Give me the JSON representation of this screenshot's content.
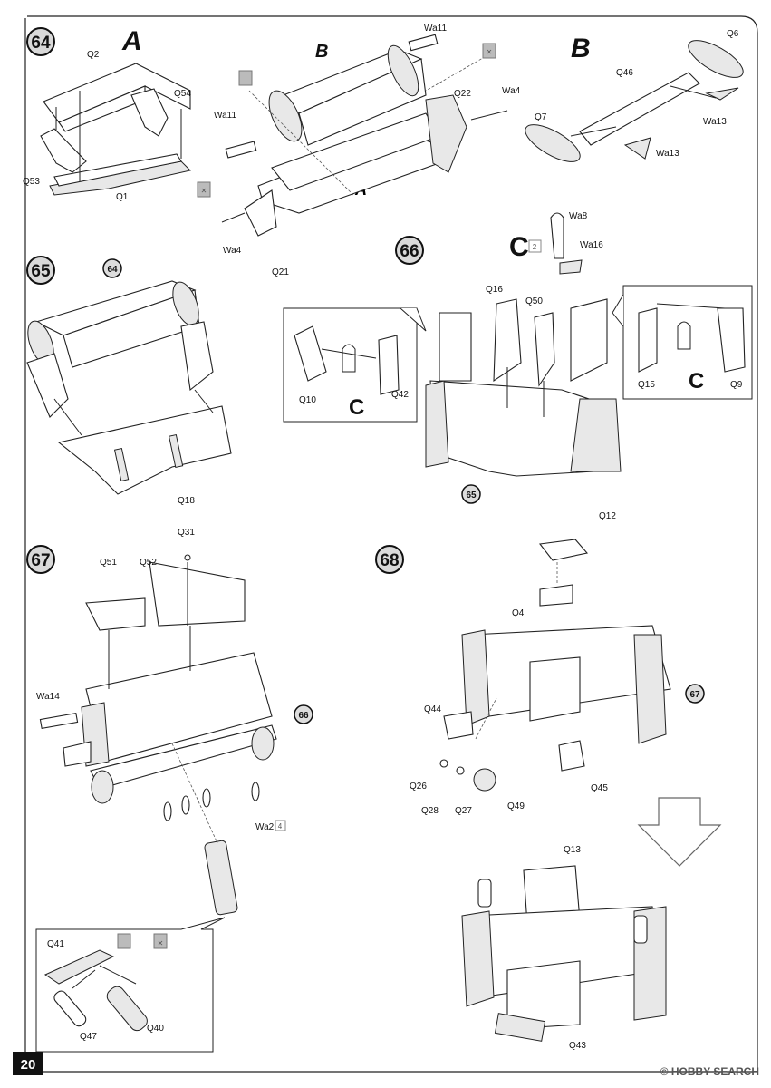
{
  "page_number": "20",
  "watermark": "© HOBBY SEARCH",
  "steps": [
    {
      "number": "64",
      "sub_assemblies": [
        "A",
        "B",
        "A",
        "B"
      ],
      "parts": [
        "Q2",
        "Q54",
        "Q53",
        "Q1",
        "Wa11",
        "Wa11",
        "Wa4",
        "Wa4",
        "Q22",
        "Q21",
        "Q6",
        "Q46",
        "Q7",
        "Wa13",
        "Wa13"
      ]
    },
    {
      "number": "65",
      "ref_step": "64",
      "parts": [
        "Q18"
      ]
    },
    {
      "number": "66",
      "sub_assembly": "C",
      "multiplier": "2",
      "ref_step": "65",
      "parts": [
        "Wa8",
        "Wa16",
        "Q16",
        "Q50",
        "Q10",
        "Q42",
        "Q15",
        "Q9"
      ],
      "callout_labels": [
        "C",
        "C"
      ]
    },
    {
      "number": "67",
      "ref_step": "66",
      "parts": [
        "Q31",
        "Q51",
        "Q52",
        "Wa14",
        "Wa2",
        "Q41",
        "Q47",
        "Q40"
      ],
      "multiplier": "4"
    },
    {
      "number": "68",
      "ref_step": "67",
      "parts": [
        "Q12",
        "Q4",
        "Q44",
        "Q26",
        "Q28",
        "Q27",
        "Q49",
        "Q45",
        "Q13",
        "Q43"
      ]
    }
  ]
}
